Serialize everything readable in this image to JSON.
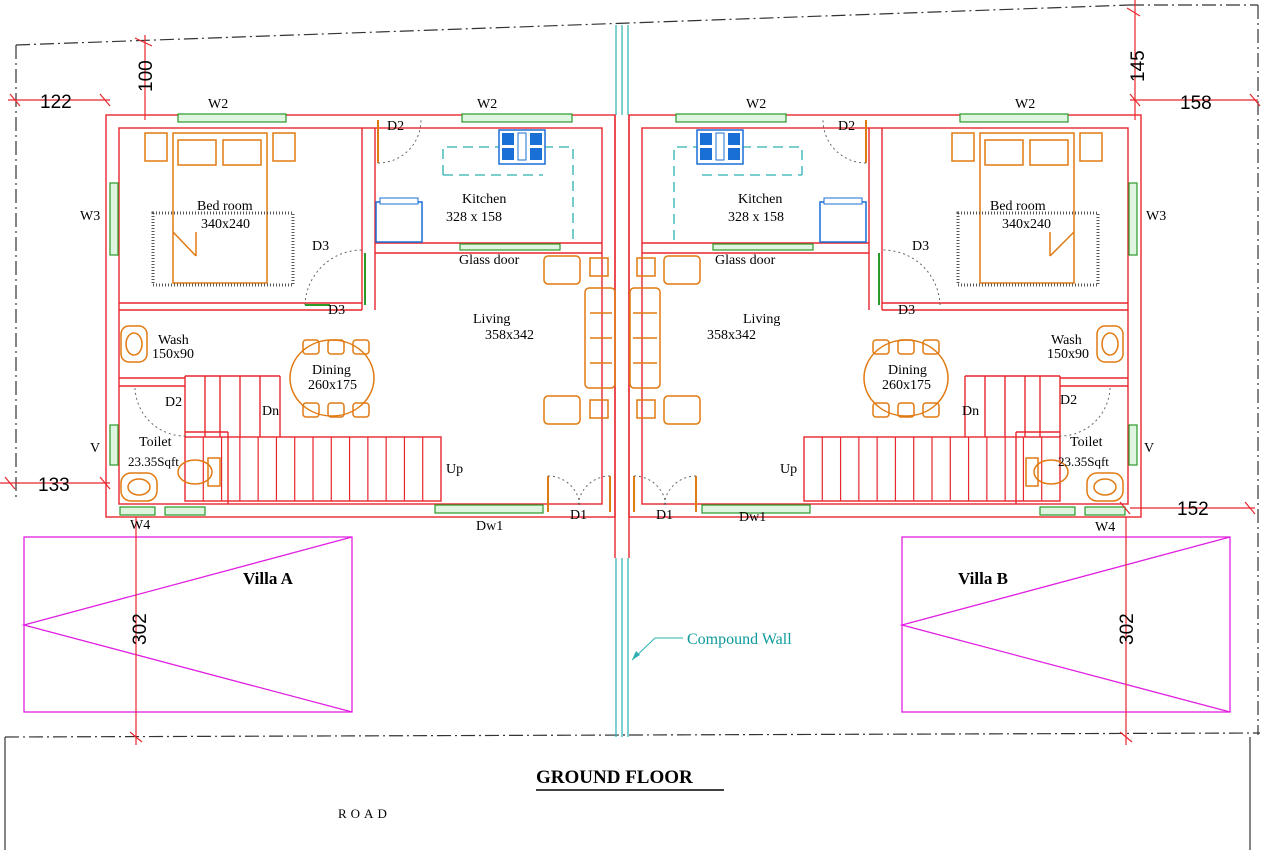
{
  "title": "GROUND FLOOR",
  "road": "ROAD",
  "compound_wall": "Compound Wall",
  "colors": {
    "walls": "#e8262d",
    "furniture": "#e07a12",
    "windows": "#2a9a2a",
    "parking": "#e020e0",
    "compound_wall_label": "#0e9a9a",
    "stove": "#1a6fd6"
  },
  "dimensions": {
    "d122": "122",
    "d100": "100",
    "d145": "145",
    "d158": "158",
    "d133": "133",
    "d152": "152",
    "d302a": "302",
    "d302b": "302"
  },
  "villa_a": {
    "name": "Villa A",
    "bedroom": "Bed room",
    "bedroom_size": "340x240",
    "kitchen": "Kitchen",
    "kitchen_size": "328 x 158",
    "glass_door": "Glass door",
    "living": "Living",
    "living_size": "358x342",
    "dining": "Dining",
    "dining_size": "260x175",
    "wash": "Wash",
    "wash_size": "150x90",
    "toilet": "Toilet",
    "toilet_size": "23.35Sqft",
    "dn": "Dn",
    "up": "Up",
    "w2a": "W2",
    "w2b": "W2",
    "w3": "W3",
    "w4": "W4",
    "v": "V",
    "d1": "D1",
    "d2a": "D2",
    "d2b": "D2",
    "d3a": "D3",
    "d3b": "D3",
    "dw1": "Dw1"
  },
  "villa_b": {
    "name": "Villa B",
    "bedroom": "Bed room",
    "bedroom_size": "340x240",
    "kitchen": "Kitchen",
    "kitchen_size": "328 x 158",
    "glass_door": "Glass door",
    "living": "Living",
    "living_size": "358x342",
    "dining": "Dining",
    "dining_size": "260x175",
    "wash": "Wash",
    "wash_size": "150x90",
    "toilet": "Toilet",
    "toilet_size": "23.35Sqft",
    "dn": "Dn",
    "up": "Up",
    "w2a": "W2",
    "w2b": "W2",
    "w3": "W3",
    "w4": "W4",
    "v": "V",
    "d1": "D1",
    "d2a": "D2",
    "d2b": "D2",
    "d3a": "D3",
    "d3b": "D3",
    "dw1": "Dw1"
  }
}
